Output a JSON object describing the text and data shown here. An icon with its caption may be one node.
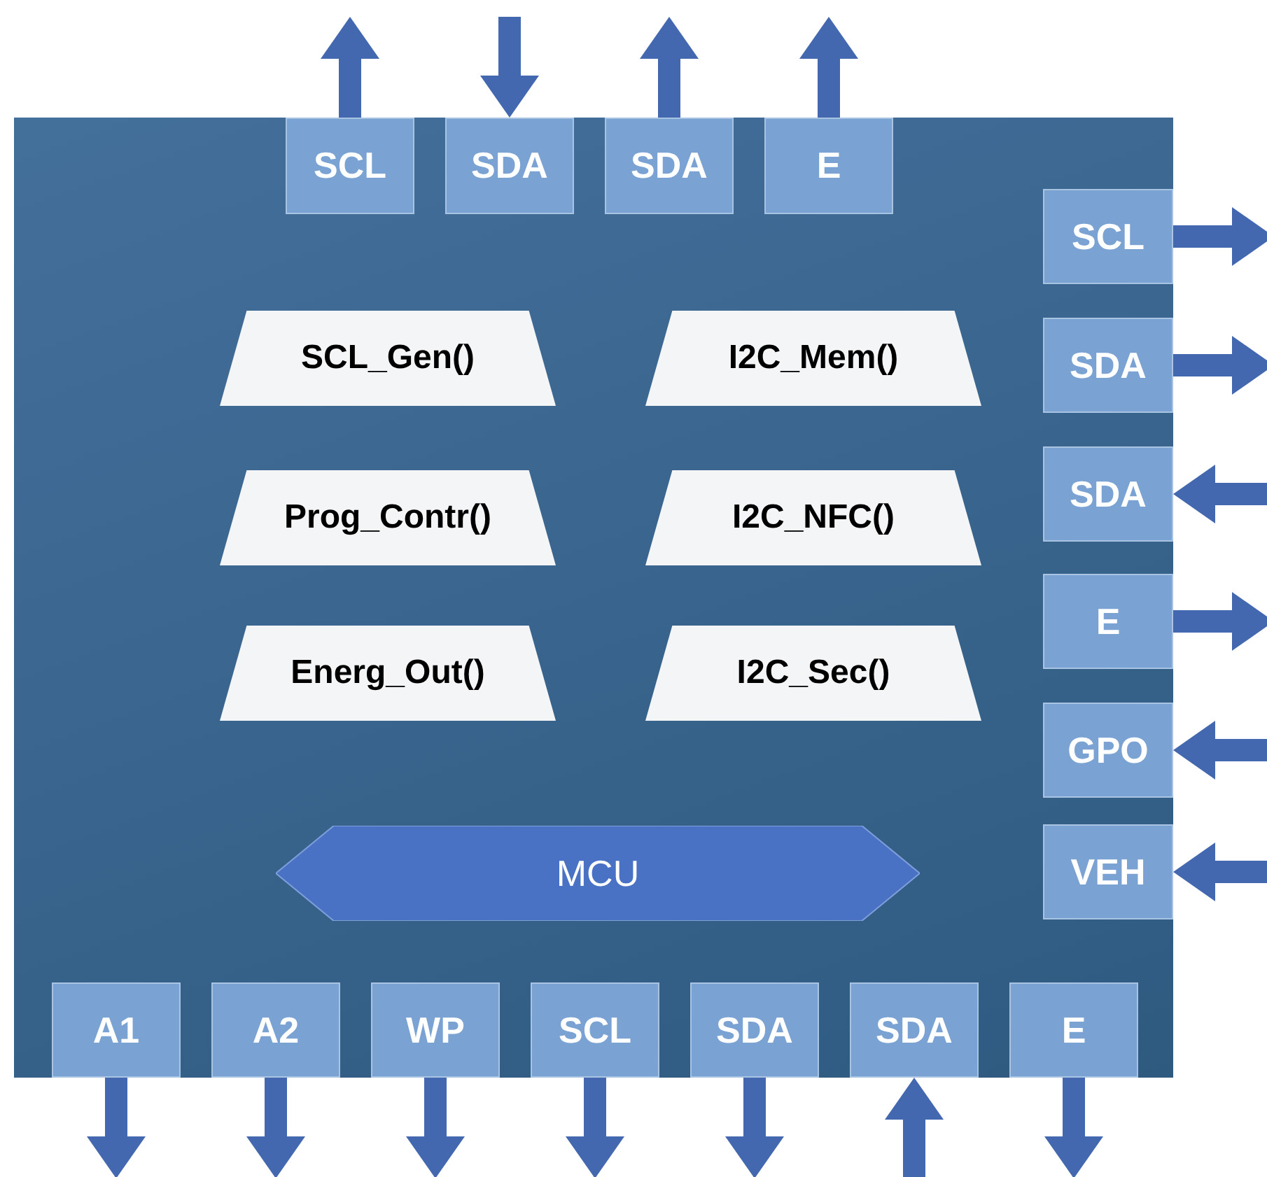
{
  "diagram": {
    "nodes": [
      {
        "text": [],
        "shape": "box"
      },
      {
        "text": [
          "SCL"
        ],
        "in": 0
      },
      {
        "text": [
          "SDA"
        ],
        "in": 0
      },
      {
        "text": [
          "SDA"
        ],
        "in": 0
      },
      {
        "text": [
          "E"
        ],
        "in": 0
      },
      {
        "text": [
          "SCL"
        ],
        "in": 0
      },
      {
        "text": [
          "SDA"
        ],
        "in": 0
      },
      {
        "text": [
          "SDA"
        ],
        "in": 0
      },
      {
        "text": [
          "E"
        ],
        "in": 0
      },
      {
        "text": [
          "GPO"
        ],
        "in": 0
      },
      {
        "text": [
          "VEH"
        ],
        "in": 0
      },
      {
        "text": [
          "SCL_Gen()"
        ],
        "in": 0
      },
      {
        "text": [
          "I2C_Mem()"
        ],
        "in": 0
      },
      {
        "text": [
          "Prog_Contr()"
        ],
        "in": 0
      },
      {
        "text": [
          "I2C_NFC()"
        ],
        "in": 0
      },
      {
        "text": [
          "Energ_Out()"
        ],
        "in": 0
      },
      {
        "text": [
          "I2C_Sec()"
        ],
        "in": 0
      },
      {
        "text": [
          "MCU"
        ],
        "in": 0
      },
      {
        "text": [
          "A1"
        ],
        "in": 0
      },
      {
        "text": [
          "A2"
        ],
        "in": 0
      },
      {
        "text": [
          "WP"
        ],
        "in": 0
      },
      {
        "text": [
          "SCL"
        ],
        "in": 0
      },
      {
        "text": [
          "SDA"
        ],
        "in": 0
      },
      {
        "text": [
          "SDA"
        ],
        "in": 0
      },
      {
        "text": [
          "E"
        ],
        "in": 0
      }
    ],
    "edges": [
      {
        "from": 1,
        "to": null,
        "arrow": "to"
      },
      {
        "from": null,
        "to": 2,
        "arrow": "to"
      },
      {
        "from": 3,
        "to": null,
        "arrow": "to"
      },
      {
        "from": 4,
        "to": null,
        "arrow": "to"
      },
      {
        "from": 5,
        "to": null,
        "arrow": "to"
      },
      {
        "from": 6,
        "to": null,
        "arrow": "to"
      },
      {
        "from": null,
        "to": 7,
        "arrow": "to"
      },
      {
        "from": 8,
        "to": null,
        "arrow": "to"
      },
      {
        "from": null,
        "to": 9,
        "arrow": "to"
      },
      {
        "from": null,
        "to": 10,
        "arrow": "to"
      },
      {
        "from": 18,
        "to": null,
        "arrow": "to"
      },
      {
        "from": 19,
        "to": null,
        "arrow": "to"
      },
      {
        "from": 20,
        "to": null,
        "arrow": "to"
      },
      {
        "from": 21,
        "to": null,
        "arrow": "to"
      },
      {
        "from": 22,
        "to": null,
        "arrow": "to"
      },
      {
        "from": null,
        "to": 23,
        "arrow": "to"
      },
      {
        "from": 24,
        "to": null,
        "arrow": "to"
      }
    ]
  }
}
